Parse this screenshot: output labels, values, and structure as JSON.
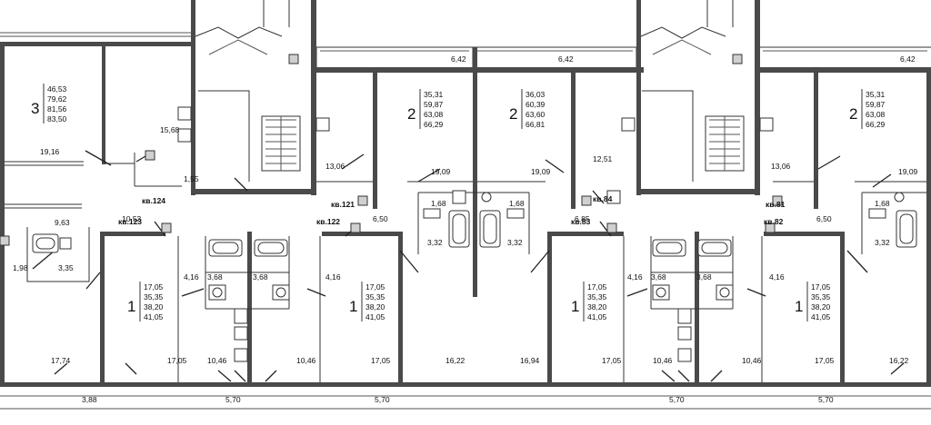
{
  "colors": {
    "wall": "#4a4a4a",
    "line": "#333333",
    "background": "#ffffff"
  },
  "apartment_labels": [
    "кв.124",
    "кв.123",
    "кв.122",
    "кв.121",
    "кв.84",
    "кв.83",
    "кв.82",
    "кв.81"
  ],
  "apartments": [
    {
      "rooms": "3",
      "areas": [
        "46,53",
        "79,62",
        "81,56",
        "83,50"
      ]
    },
    {
      "rooms": "2",
      "areas": [
        "35,31",
        "59,87",
        "63,08",
        "66,29"
      ]
    },
    {
      "rooms": "2",
      "areas": [
        "36,03",
        "60,39",
        "63,60",
        "66,81"
      ]
    },
    {
      "rooms": "2",
      "areas": [
        "35,31",
        "59,87",
        "63,08",
        "66,29"
      ]
    },
    {
      "rooms": "1",
      "areas": [
        "17,05",
        "35,35",
        "38,20",
        "41,05"
      ]
    },
    {
      "rooms": "1",
      "areas": [
        "17,05",
        "35,35",
        "38,20",
        "41,05"
      ]
    },
    {
      "rooms": "1",
      "areas": [
        "17,05",
        "35,35",
        "38,20",
        "41,05"
      ]
    },
    {
      "rooms": "1",
      "areas": [
        "17,05",
        "35,35",
        "38,20",
        "41,05"
      ]
    }
  ],
  "room_areas": [
    "6,42",
    "6,42",
    "6,42",
    "15,68",
    "1,55",
    "19,16",
    "13,06",
    "19,09",
    "19,09",
    "12,51",
    "13,06",
    "19,09",
    "9,63",
    "10,53",
    "6,50",
    "6,85",
    "6,50",
    "1,68",
    "1,68",
    "1,68",
    "3,32",
    "3,32",
    "3,32",
    "1,98",
    "3,35",
    "4,16",
    "3,68",
    "3,68",
    "4,16",
    "4,16",
    "3,68",
    "3,68",
    "4,16",
    "17,74",
    "17,05",
    "10,46",
    "10,46",
    "17,05",
    "16,22",
    "16,94",
    "17,05",
    "10,46",
    "10,46",
    "17,05",
    "16,22",
    "3,88",
    "5,70",
    "5,70",
    "5,70",
    "5,70"
  ]
}
